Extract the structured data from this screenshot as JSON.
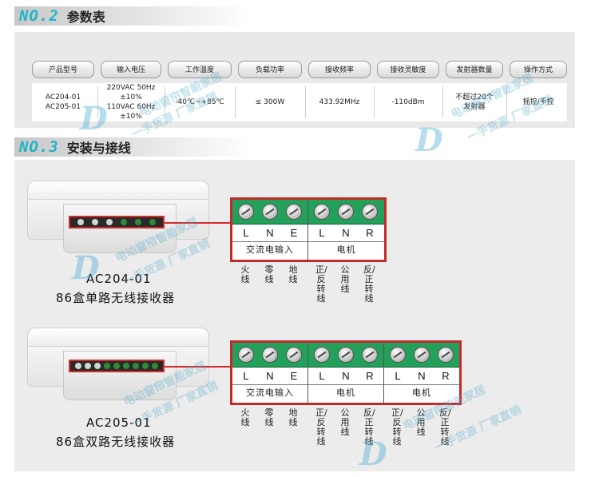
{
  "sections": {
    "no2": {
      "number": "NO.2",
      "title": "参数表"
    },
    "no3": {
      "number": "NO.3",
      "title": "安装与接线"
    }
  },
  "param_table": {
    "headers": [
      "产品型号",
      "输入电压",
      "工作温度",
      "负载功率",
      "接收频率",
      "接收灵敏度",
      "发射器数量",
      "操作方式"
    ],
    "row": {
      "model_1": "AC204-01",
      "model_2": "AC205-01",
      "voltage_1": "220VAC 50Hz",
      "voltage_1_tol": "±10%",
      "voltage_2": "110VAC 60Hz",
      "voltage_2_tol": "±10%",
      "temperature": "-40℃~+85℃",
      "load": "≤ 300W",
      "frequency": "433.92MHz",
      "sensitivity": "-110dBm",
      "transmitters_1": "不超过20个",
      "transmitters_2": "发射器",
      "operation": "摇控/手控"
    }
  },
  "devices": [
    {
      "model": "AC204-01",
      "name": "86盒单路无线接收器",
      "groups": [
        {
          "letters": [
            "L",
            "N",
            "E"
          ],
          "label": "交流电输入",
          "wires": [
            "火线",
            "零线",
            "地线"
          ]
        },
        {
          "letters": [
            "L",
            "N",
            "R"
          ],
          "label": "电机",
          "wires": [
            "正/反转线",
            "公用线",
            "反/正转线"
          ]
        }
      ]
    },
    {
      "model": "AC205-01",
      "name": "86盒双路无线接收器",
      "groups": [
        {
          "letters": [
            "L",
            "N",
            "E"
          ],
          "label": "交流电输入",
          "wires": [
            "火线",
            "零线",
            "地线"
          ]
        },
        {
          "letters": [
            "L",
            "N",
            "R"
          ],
          "label": "电机",
          "wires": [
            "正/反转线",
            "公用线",
            "反/正转线"
          ]
        },
        {
          "letters": [
            "L",
            "N",
            "R"
          ],
          "label": "电机",
          "wires": [
            "正/反转线",
            "公用线",
            "反/正转线"
          ]
        }
      ]
    }
  ],
  "watermark": {
    "text_1": "电动窗帘智能家居",
    "text_2": "一手货源 厂家直销"
  },
  "colors": {
    "accent": "#1fb5c9",
    "terminal_green": "#23a05a",
    "frame_red": "#c42a2a"
  }
}
